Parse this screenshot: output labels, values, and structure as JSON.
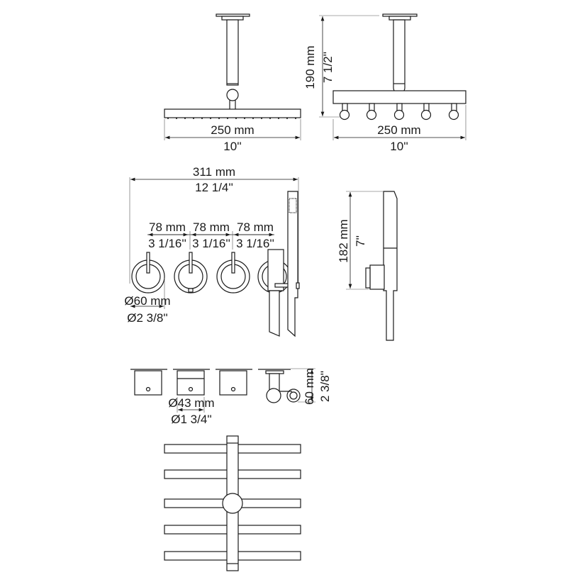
{
  "top_left_view": {
    "width_mm": "250 mm",
    "width_in": "10''"
  },
  "top_right_view": {
    "width_mm": "250 mm",
    "width_in": "10''",
    "height_mm": "190 mm",
    "height_in": "7 1/2''"
  },
  "front_view": {
    "overall_mm": "311 mm",
    "overall_in": "12 1/4''",
    "spacing": [
      {
        "mm": "78 mm",
        "in": "3 1/16''"
      },
      {
        "mm": "78 mm",
        "in": "3 1/16''"
      },
      {
        "mm": "78 mm",
        "in": "3 1/16''"
      }
    ],
    "knob_dia_mm": "Ø60 mm",
    "knob_dia_in": "Ø2 3/8''"
  },
  "side_view": {
    "height_mm": "182 mm",
    "height_in": "7''"
  },
  "bottom_view": {
    "dia_mm": "Ø43 mm",
    "dia_in": "Ø1 3/4''",
    "depth_mm": "60 mm",
    "depth_in": "2 3/8''"
  }
}
